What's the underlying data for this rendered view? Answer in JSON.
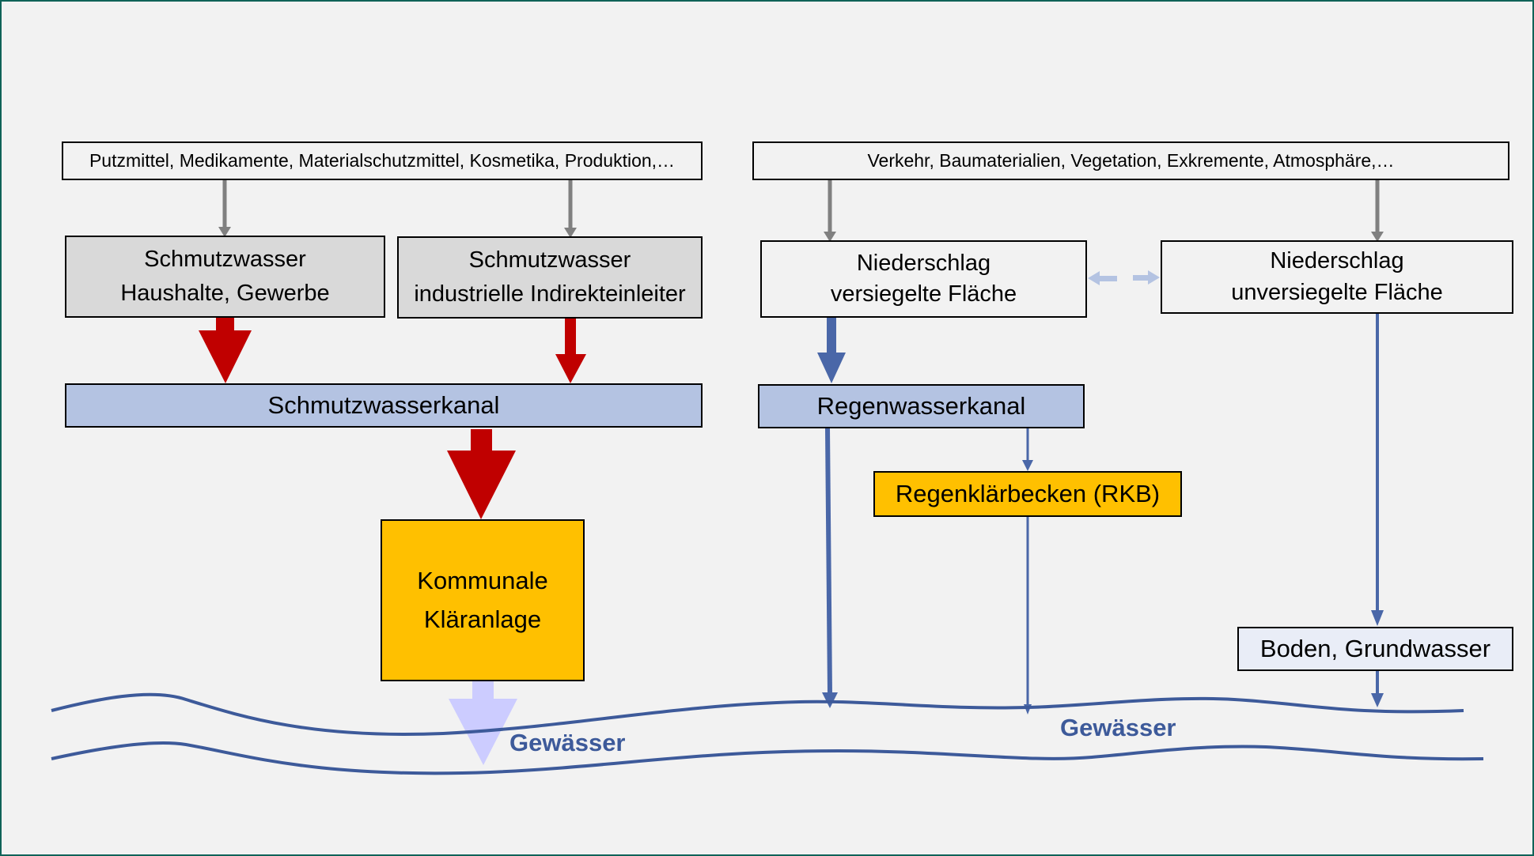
{
  "colors": {
    "frame": "#0f6358",
    "background": "#f2f2f2",
    "dirty_flow": "#c00000",
    "rain_flow": "#4a67a8",
    "treated_flow": "#ccccff",
    "source_arrow": "#808080",
    "exchange_arrow": "#b4c3e2",
    "kanal_fill": "#b4c3e2",
    "treatment_fill": "#ffc000",
    "water_text": "#3d5a9a"
  },
  "sources": {
    "household_industry": "Putzmittel, Medikamente, Materialschutzmittel, Kosmetika, Produktion,…",
    "urban_runoff": "Verkehr, Baumaterialien, Vegetation, Exkremente, Atmosphäre,…"
  },
  "wastewater": {
    "households": {
      "line1": "Schmutzwasser",
      "line2": "Haushalte, Gewerbe"
    },
    "industry": {
      "line1": "Schmutzwasser",
      "line2": "industrielle Indirekteinleiter"
    },
    "sewer": "Schmutzwasserkanal",
    "treatment_plant": {
      "line1": "Kommunale",
      "line2": "Kläranlage"
    }
  },
  "precipitation": {
    "sealed": {
      "line1": "Niederschlag",
      "line2": "versiegelte Fläche"
    },
    "unsealed": {
      "line1": "Niederschlag",
      "line2": "unversiegelte Fläche"
    },
    "storm_sewer": "Regenwasserkanal",
    "retention_basin": "Regenklärbecken (RKB)",
    "soil": "Boden, Grundwasser"
  },
  "receiving_water": {
    "label_left": "Gewässer",
    "label_right": "Gewässer"
  }
}
